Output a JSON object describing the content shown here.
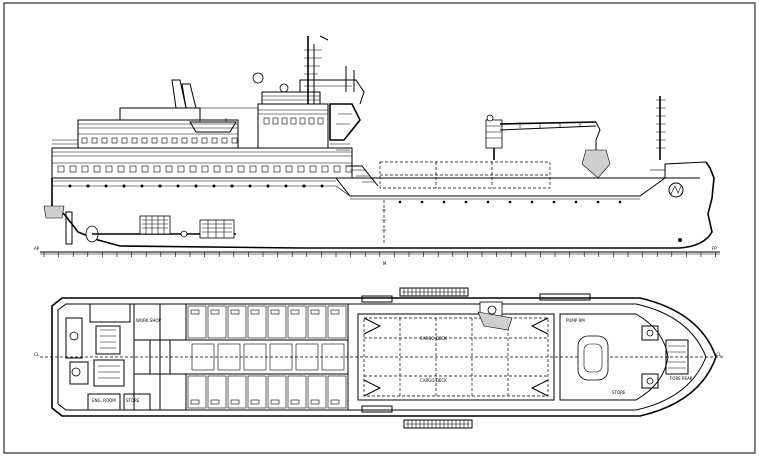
{
  "drawing": {
    "type": "ship general arrangement",
    "views": [
      "profile",
      "deck plan"
    ],
    "colors": {
      "line": "#000000",
      "background": "#ffffff",
      "fill": "#cfcfcf"
    }
  },
  "profile": {
    "frame_marker": "M",
    "baseline_tag_left": "AP",
    "baseline_tag_right": "FP"
  },
  "plan": {
    "centerline_tag_left": "CL",
    "centerline_tag_right": "CL",
    "room_labels": [
      "ENG. ROOM",
      "STORE",
      "WORK SHOP",
      "CARGO DECK",
      "CARGO DECK",
      "PUMP RM",
      "STORE",
      "FORE PEAK"
    ]
  }
}
